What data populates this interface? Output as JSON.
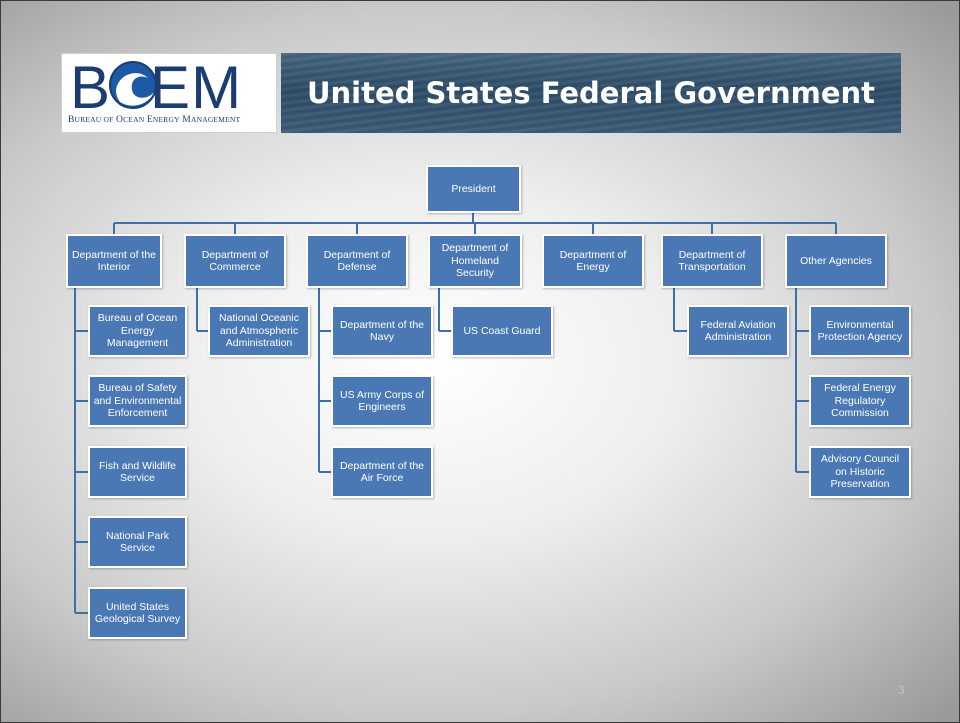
{
  "header": {
    "logo": {
      "name": "BOEM",
      "subtitle": "Bureau of Ocean Energy Management"
    },
    "title": "United States Federal Government"
  },
  "org_chart": {
    "root": "President",
    "departments": [
      {
        "name": "Department of the Interior",
        "children": [
          "Bureau of Ocean Energy Management",
          "Bureau of Safety and Environmental Enforcement",
          "Fish and Wildlife Service",
          "National Park Service",
          "United States Geological Survey"
        ]
      },
      {
        "name": "Department of Commerce",
        "children": [
          "National Oceanic and Atmospheric Administration"
        ]
      },
      {
        "name": "Department of Defense",
        "children": [
          "Department of the Navy",
          "US Army Corps of Engineers",
          "Department of the Air Force"
        ]
      },
      {
        "name": "Department of Homeland Security",
        "children": [
          "US Coast Guard"
        ]
      },
      {
        "name": "Department of Energy",
        "children": []
      },
      {
        "name": "Department of Transportation",
        "children": [
          "Federal Aviation Administration"
        ]
      },
      {
        "name": "Other Agencies",
        "children": [
          "Environmental Protection Agency",
          "Federal Energy Regulatory Commission",
          "Advisory Council on Historic Preservation"
        ]
      }
    ]
  },
  "footer": {
    "page_number": "3"
  },
  "colors": {
    "box_fill": "#4a78b5",
    "box_border": "#ffffff",
    "connector": "#3f6fa8",
    "banner": "#2d4c66",
    "logo_text": "#1c3d72"
  }
}
